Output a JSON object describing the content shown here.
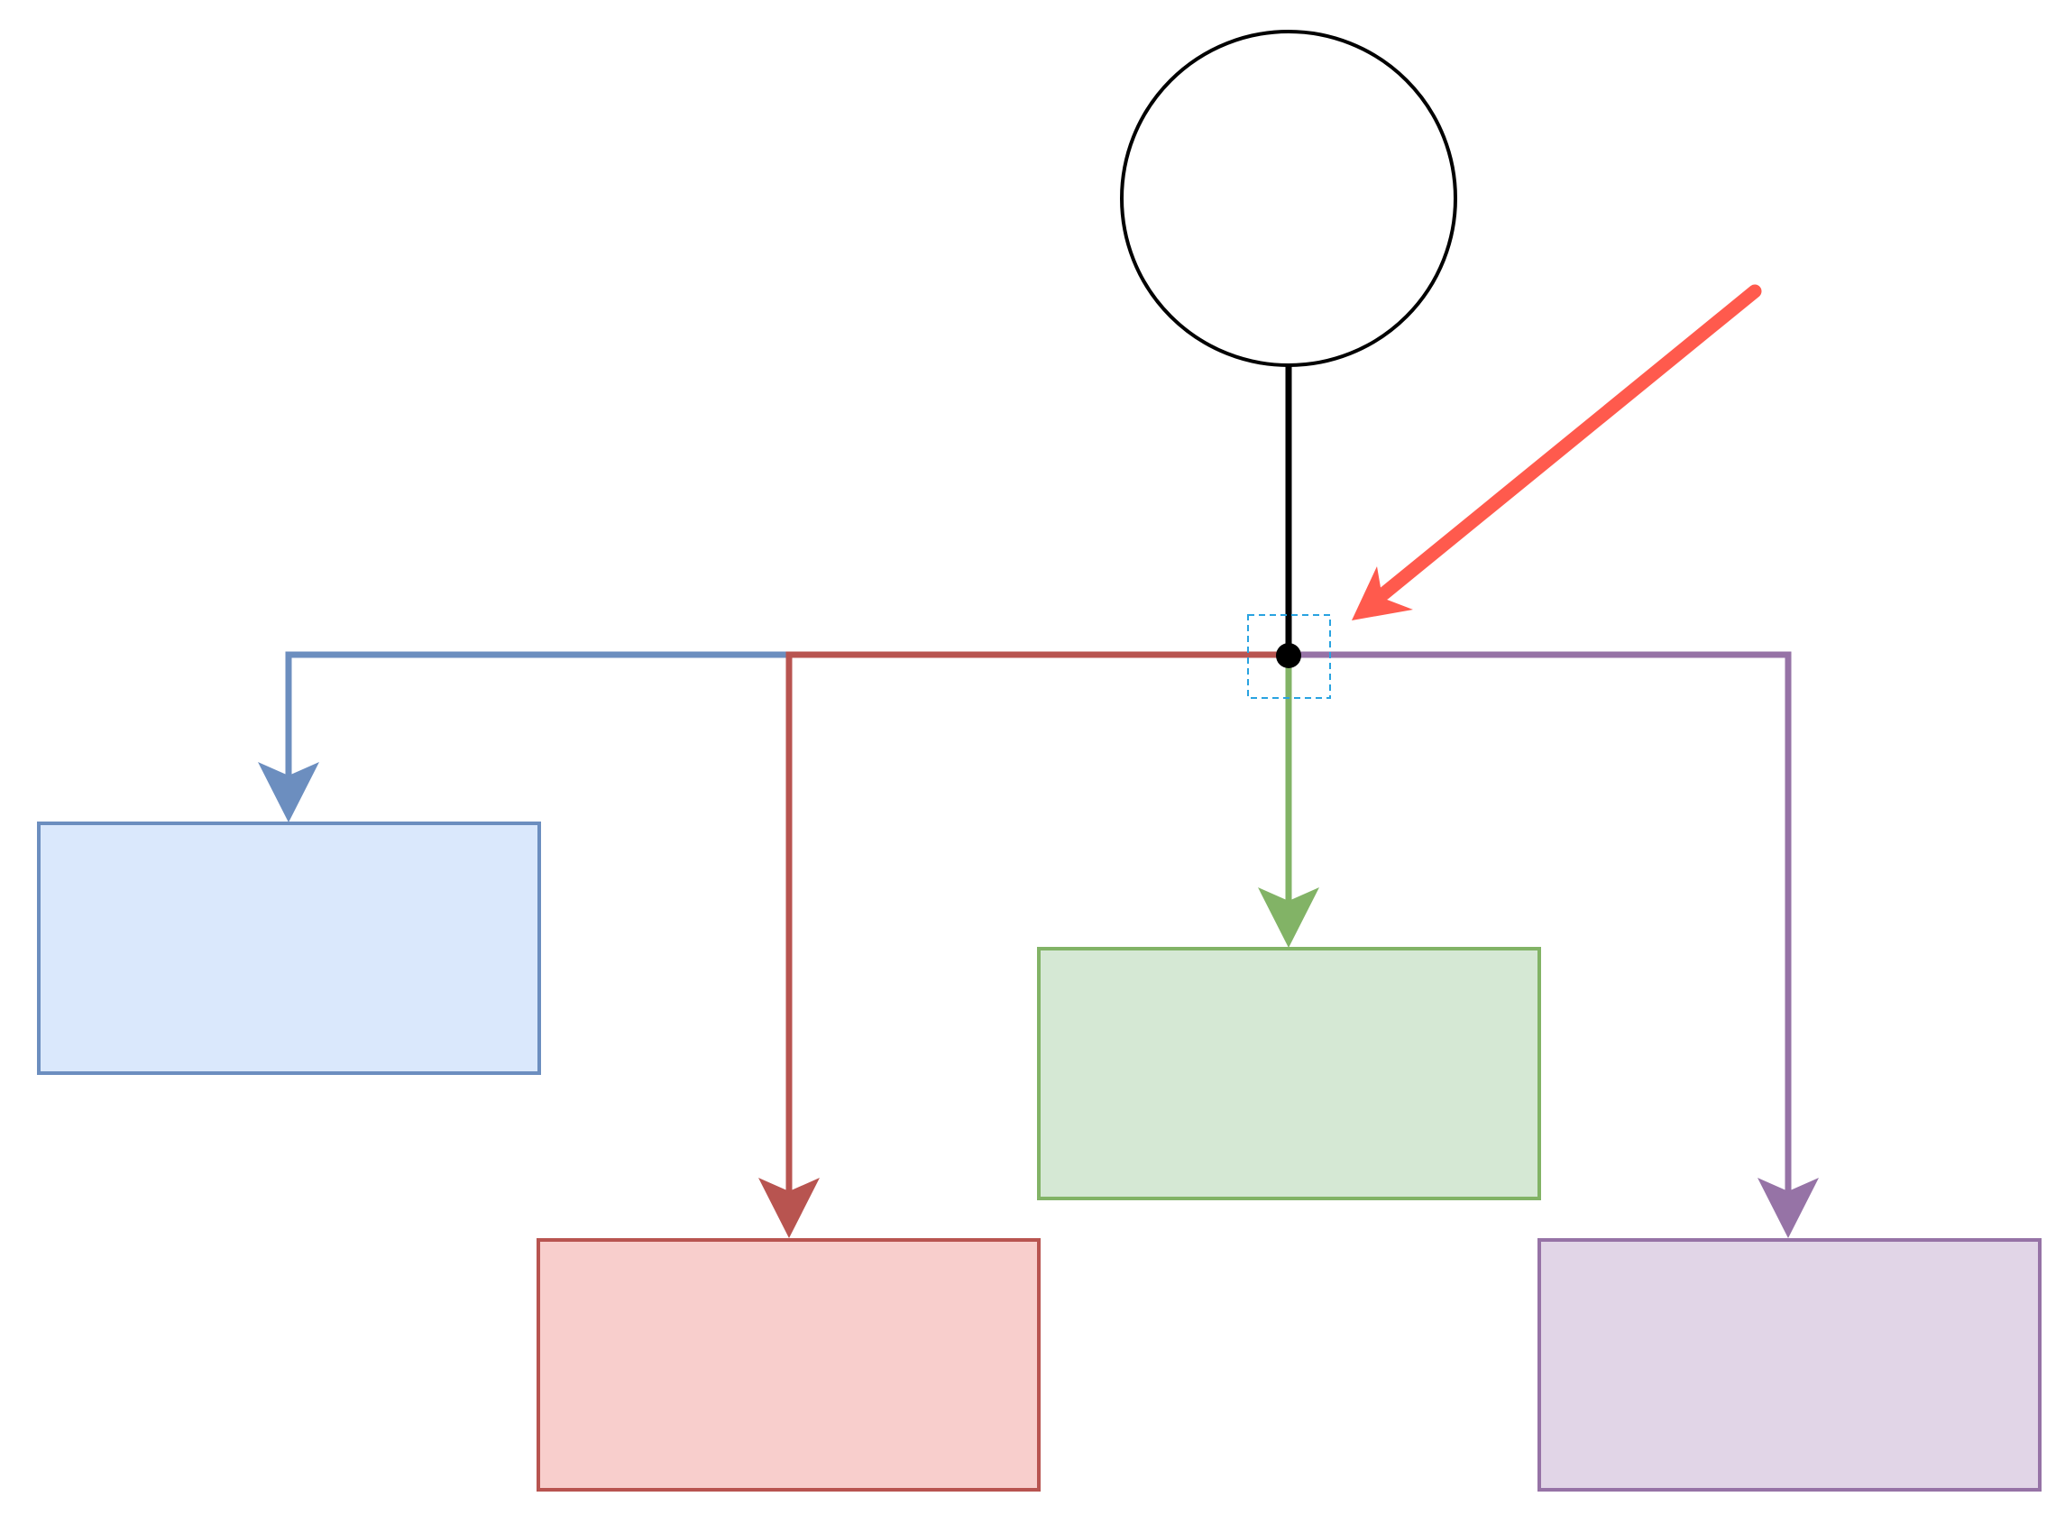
{
  "diagram": {
    "colors": {
      "background": "#ffffff",
      "source_stroke": "#000000",
      "trunk": "#000000",
      "junction": "#000000",
      "junction_selection": "#29a3e0",
      "pointer_arrow": "#ff5a4d",
      "blue_stroke": "#6c8ebf",
      "blue_fill": "#dae8fc",
      "red_stroke": "#b85450",
      "red_fill": "#f8cecc",
      "green_stroke": "#82b366",
      "green_fill": "#d5e8d4",
      "purple_stroke": "#9673a6",
      "purple_fill": "#e1d5e7"
    },
    "nodes": [
      {
        "id": "source-circle",
        "shape": "circle",
        "color": "source"
      },
      {
        "id": "target-box-blue",
        "shape": "rectangle",
        "color": "blue"
      },
      {
        "id": "target-box-red",
        "shape": "rectangle",
        "color": "red"
      },
      {
        "id": "target-box-green",
        "shape": "rectangle",
        "color": "green"
      },
      {
        "id": "target-box-purple",
        "shape": "rectangle",
        "color": "purple"
      }
    ],
    "edges": [
      {
        "id": "trunk",
        "from": "source-circle",
        "to": "junction",
        "color": "black"
      },
      {
        "id": "edge-blue",
        "from": "junction",
        "to": "target-box-blue",
        "color": "blue"
      },
      {
        "id": "edge-red",
        "from": "junction",
        "to": "target-box-red",
        "color": "red"
      },
      {
        "id": "edge-green",
        "from": "junction",
        "to": "target-box-green",
        "color": "green"
      },
      {
        "id": "edge-purple",
        "from": "junction",
        "to": "target-box-purple",
        "color": "purple"
      }
    ],
    "annotation": {
      "id": "pointer-arrow",
      "points_to": "junction",
      "color": "red"
    },
    "icons": [
      "arrowhead",
      "junction-dot",
      "selection-handle"
    ]
  }
}
